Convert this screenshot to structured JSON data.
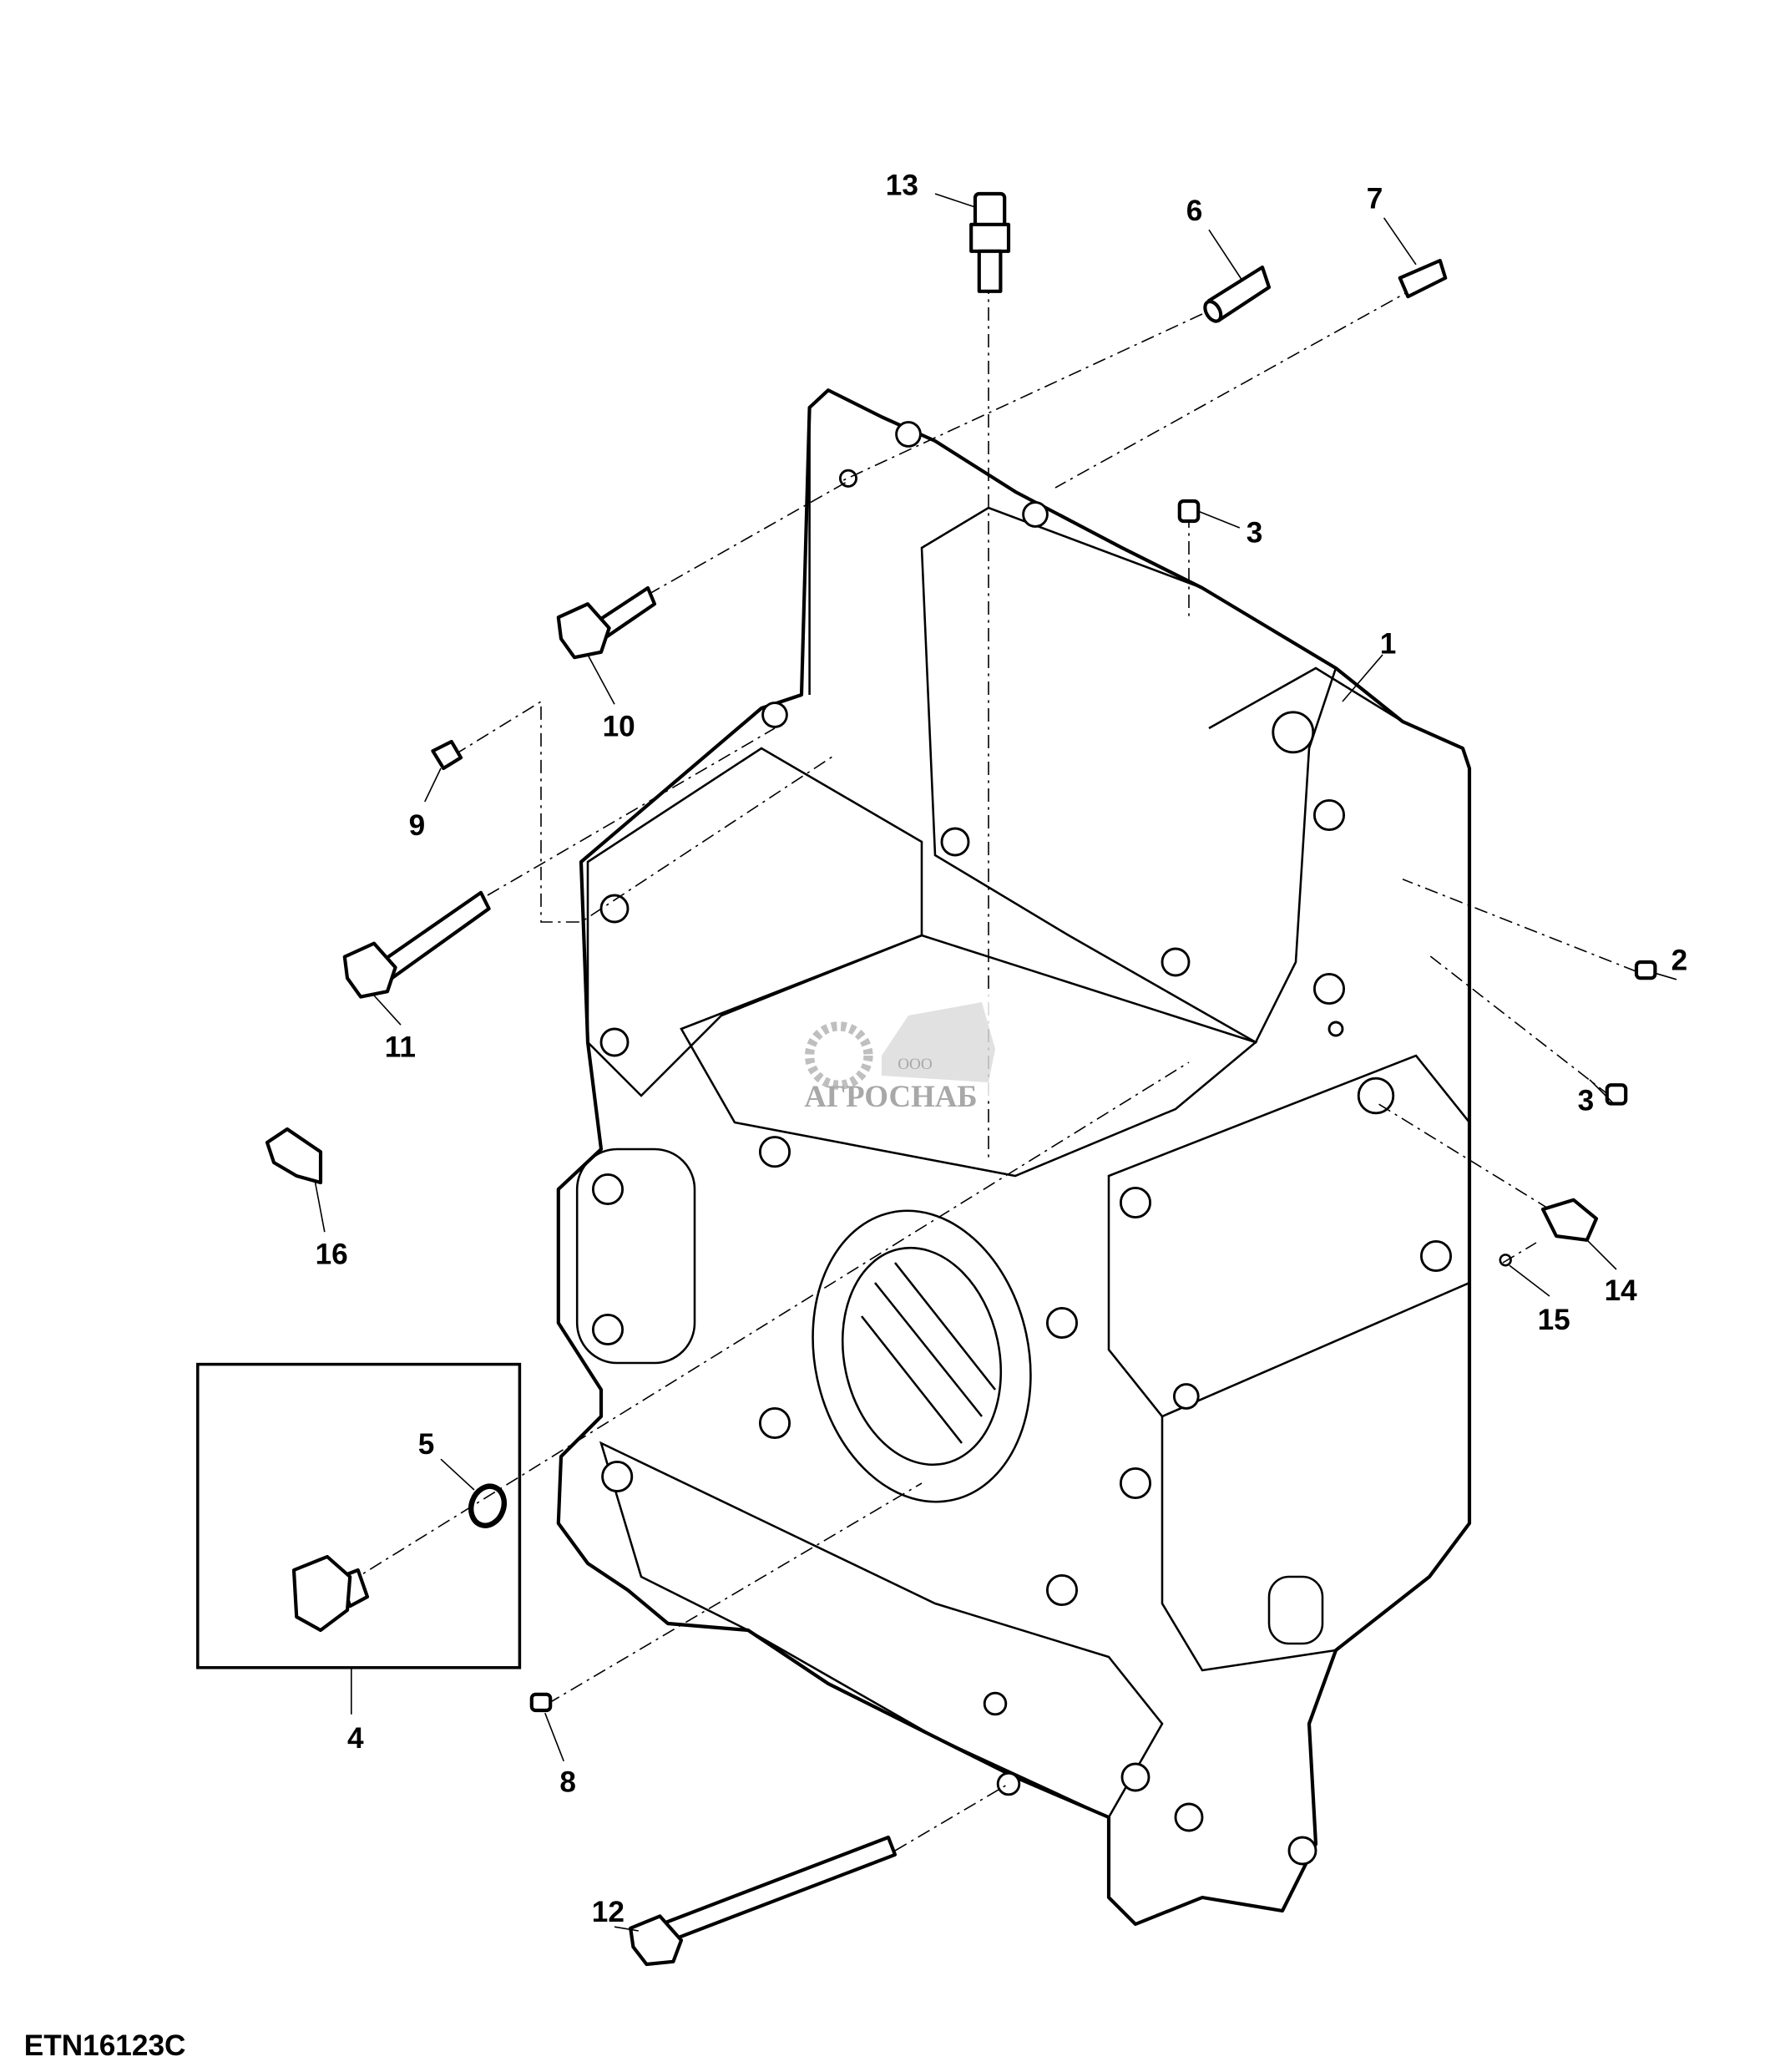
{
  "figure_id": "ETN16123C",
  "callouts": {
    "c1": "1",
    "c2": "2",
    "c3a": "3",
    "c3b": "3",
    "c4": "4",
    "c5": "5",
    "c6": "6",
    "c7": "7",
    "c8": "8",
    "c9": "9",
    "c10": "10",
    "c11": "11",
    "c12": "12",
    "c13": "13",
    "c14": "14",
    "c15": "15",
    "c16": "16"
  },
  "watermark": {
    "prefix": "ООО",
    "name": "АГРОСНАБ"
  }
}
